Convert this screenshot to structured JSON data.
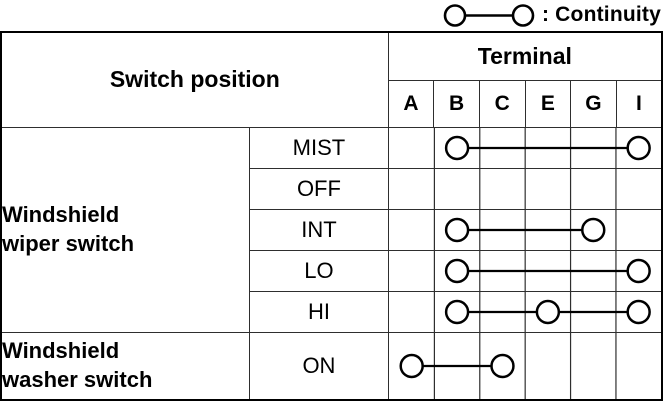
{
  "legend": {
    "label": ": Continuity",
    "symbol": "circle-line-circle"
  },
  "table": {
    "header": {
      "switch_position": "Switch position",
      "terminal": "Terminal",
      "terminals": [
        "A",
        "B",
        "C",
        "E",
        "G",
        "I"
      ]
    },
    "groups": [
      {
        "name": "Windshield\nwiper switch",
        "rows": [
          {
            "position": "MIST",
            "continuity": [
              "B",
              "I"
            ]
          },
          {
            "position": "OFF",
            "continuity": []
          },
          {
            "position": "INT",
            "continuity": [
              "B",
              "G"
            ]
          },
          {
            "position": "LO",
            "continuity": [
              "B",
              "I"
            ]
          },
          {
            "position": "HI",
            "continuity": [
              "B",
              "E",
              "I"
            ]
          }
        ]
      },
      {
        "name": "Windshield\nwasher switch",
        "rows": [
          {
            "position": "ON",
            "continuity": [
              "A",
              "C"
            ]
          }
        ]
      }
    ]
  },
  "colors": {
    "ink": "#000000",
    "grid": "#2e2e2e",
    "background": "#ffffff"
  }
}
